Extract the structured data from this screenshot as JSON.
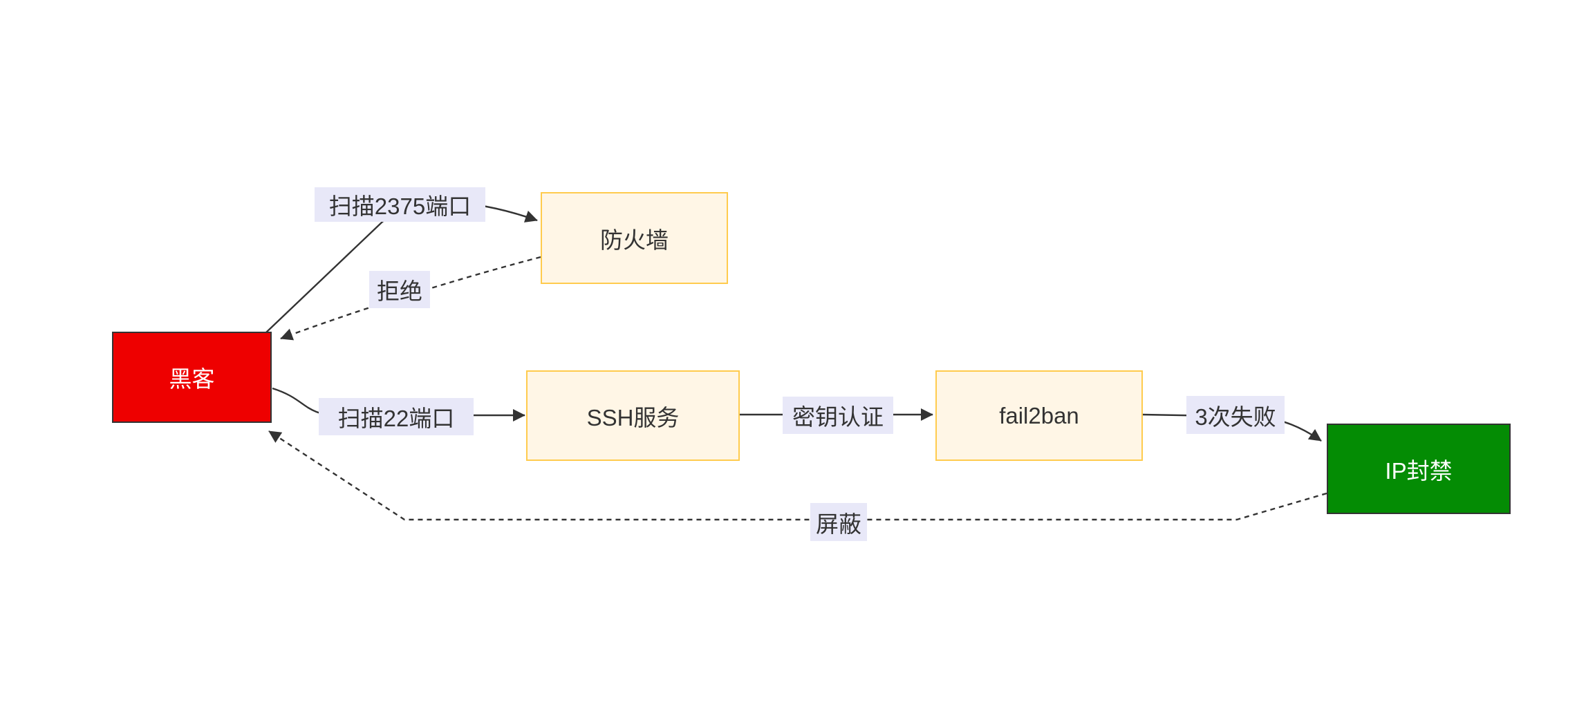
{
  "diagram": {
    "type": "flowchart",
    "background": "#ffffff",
    "edge_color": "#333333",
    "edge_label_background": "#e8e8f8",
    "nodes": [
      {
        "id": "hacker",
        "label": "黑客",
        "fill": "#ee0000",
        "border": "#333333",
        "text_color": "#ffffff"
      },
      {
        "id": "firewall",
        "label": "防火墙",
        "fill": "#fff6e6",
        "border": "#ffcb4d",
        "text_color": "#333333"
      },
      {
        "id": "ssh",
        "label": "SSH服务",
        "fill": "#fff6e6",
        "border": "#ffcb4d",
        "text_color": "#333333"
      },
      {
        "id": "fail2ban",
        "label": "fail2ban",
        "fill": "#fff6e6",
        "border": "#ffcb4d",
        "text_color": "#333333"
      },
      {
        "id": "ipban",
        "label": "IP封禁",
        "fill": "#048c04",
        "border": "#333333",
        "text_color": "#ffffff"
      }
    ],
    "edges": [
      {
        "from": "hacker",
        "to": "firewall",
        "label": "扫描2375端口",
        "style": "solid"
      },
      {
        "from": "firewall",
        "to": "hacker",
        "label": "拒绝",
        "style": "dashed"
      },
      {
        "from": "hacker",
        "to": "ssh",
        "label": "扫描22端口",
        "style": "solid"
      },
      {
        "from": "ssh",
        "to": "fail2ban",
        "label": "密钥认证",
        "style": "solid"
      },
      {
        "from": "fail2ban",
        "to": "ipban",
        "label": "3次失败",
        "style": "solid"
      },
      {
        "from": "ipban",
        "to": "hacker",
        "label": "屏蔽",
        "style": "dashed"
      }
    ]
  }
}
